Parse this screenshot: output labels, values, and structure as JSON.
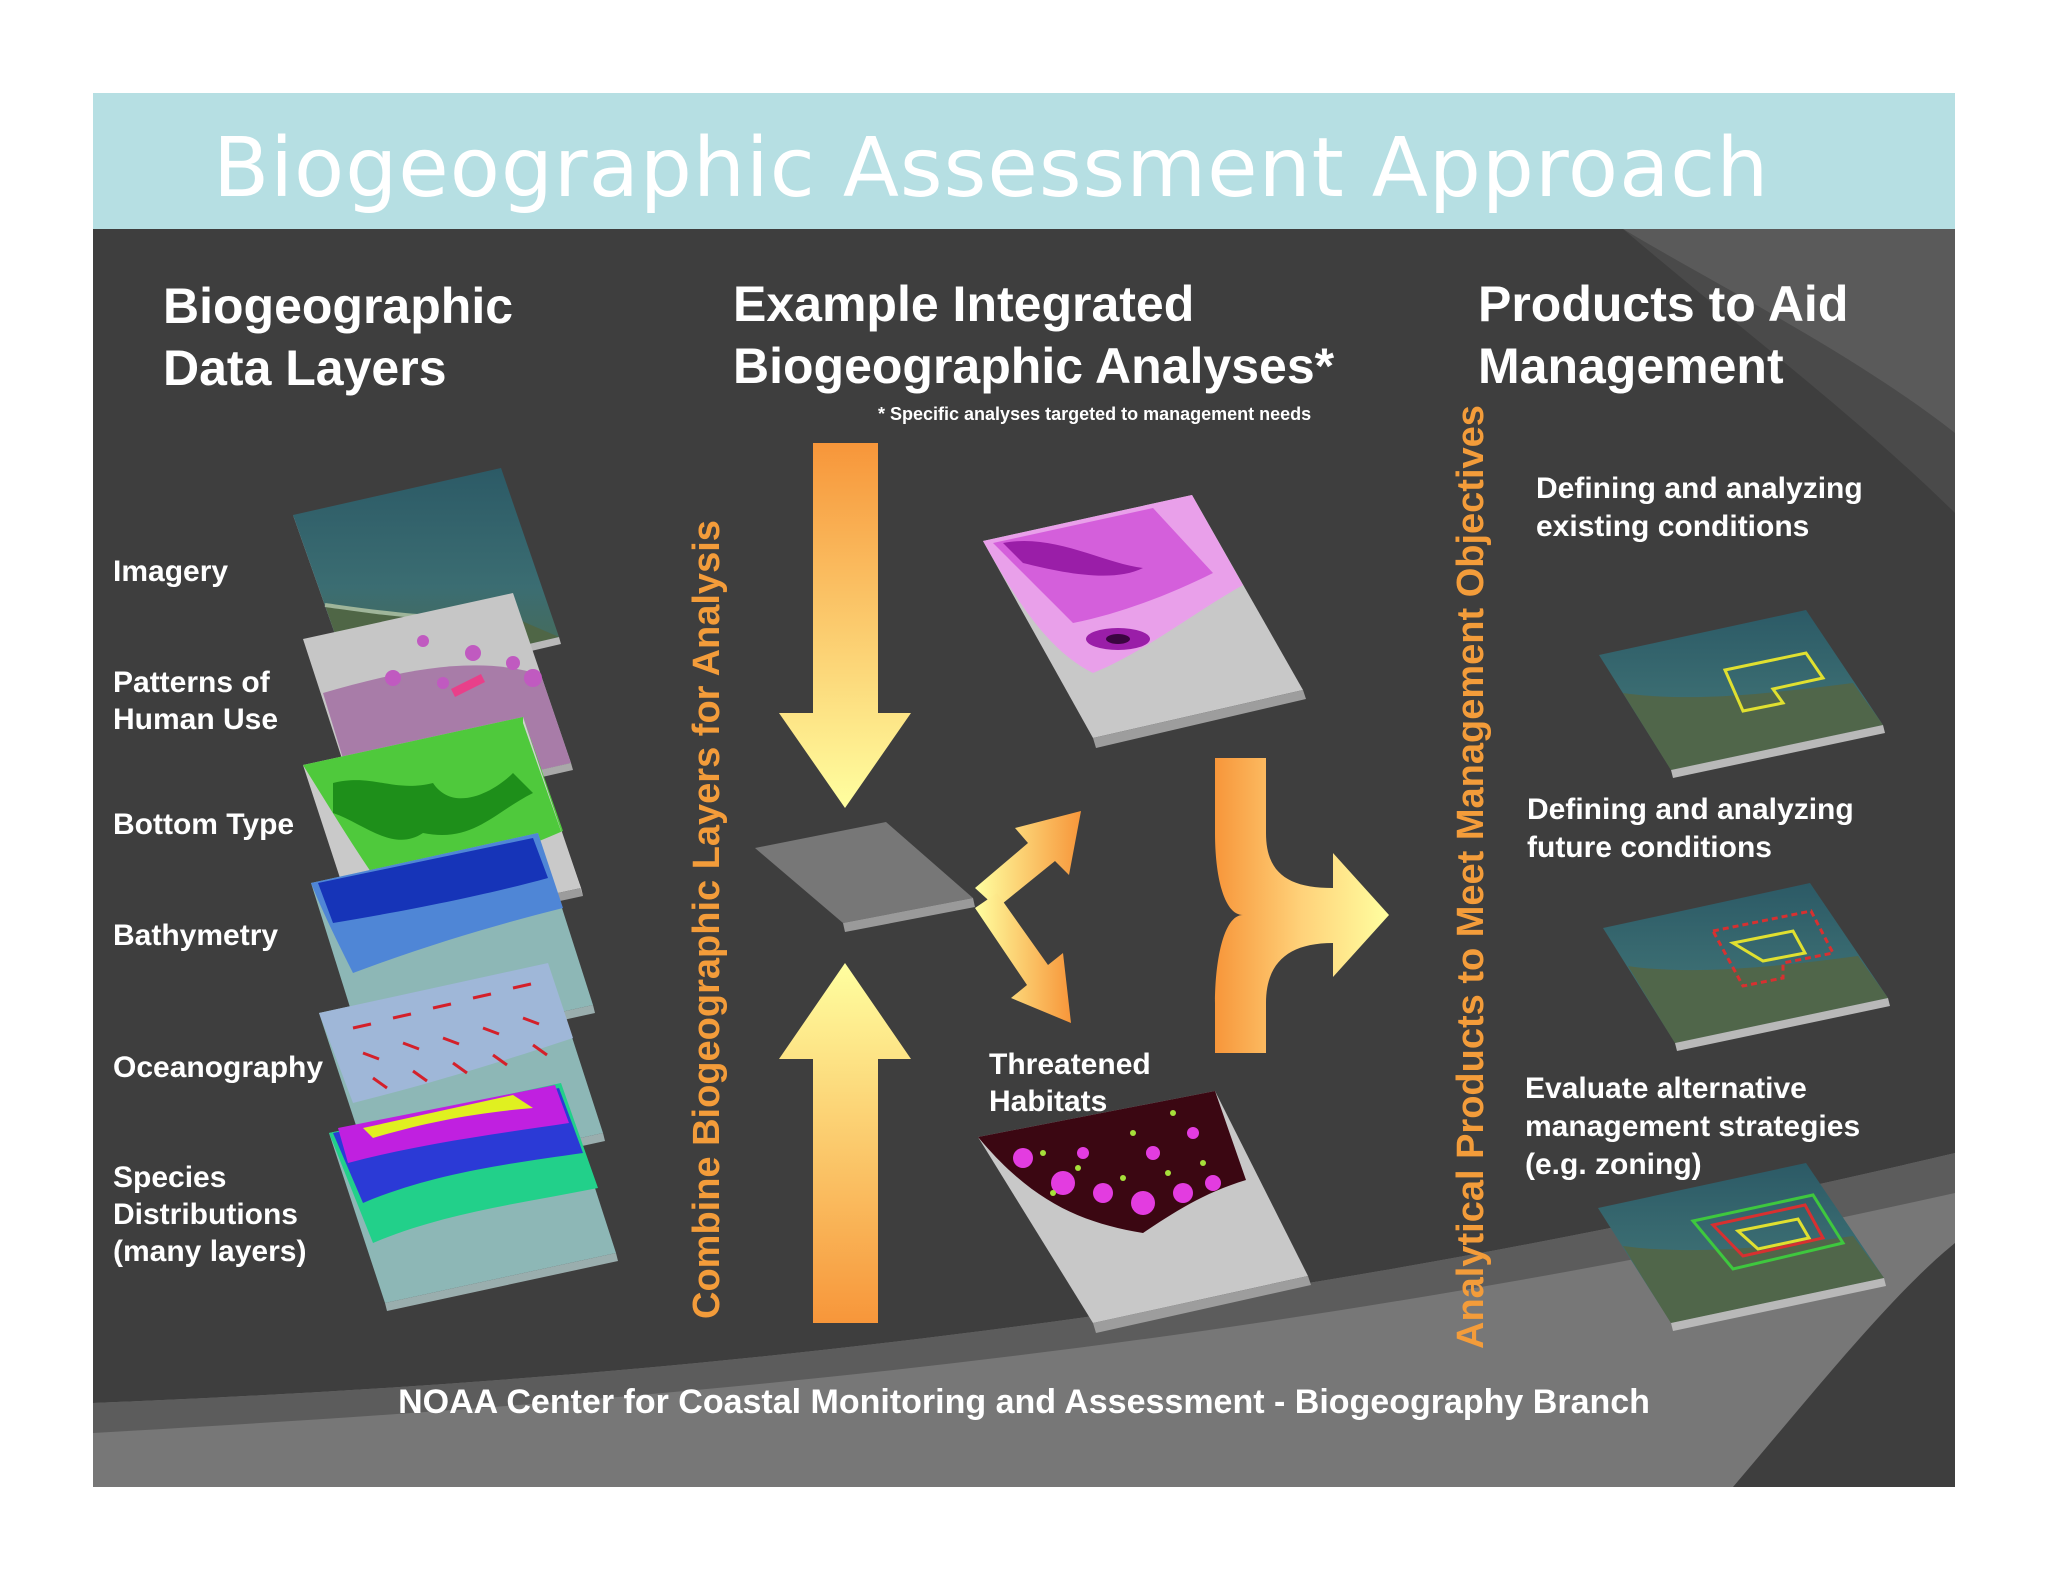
{
  "title": "Biogeographic Assessment Approach",
  "columns": {
    "left": "Biogeographic\nData Layers",
    "middle": "Example Integrated\nBiogeographic Analyses*",
    "right": "Products to Aid\nManagement"
  },
  "footnote": "* Specific analyses targeted to management needs",
  "layers": [
    "Imagery",
    "Patterns of\nHuman Use",
    "Bottom Type",
    "Bathymetry",
    "Oceanography",
    "Species\nDistributions\n(many layers)"
  ],
  "vertical_labels": {
    "combine": "Combine Biogeographic Layers for Analysis",
    "analytical": "Analytical Products to Meet Management Objectives"
  },
  "analysis_label": "Threatened\nHabitats",
  "products": [
    "Defining and analyzing\nexisting conditions",
    "Defining and analyzing\nfuture conditions",
    "Evaluate alternative\nmanagement strategies\n(e.g. zoning)"
  ],
  "footer": "NOAA Center for Coastal Monitoring and Assessment - Biogeography Branch",
  "colors": {
    "background": "#3e3e3e",
    "title_bar": "#b6dfe3",
    "accent_orange": "#f39c3a",
    "arrow_yellow": "#ffffa0"
  }
}
